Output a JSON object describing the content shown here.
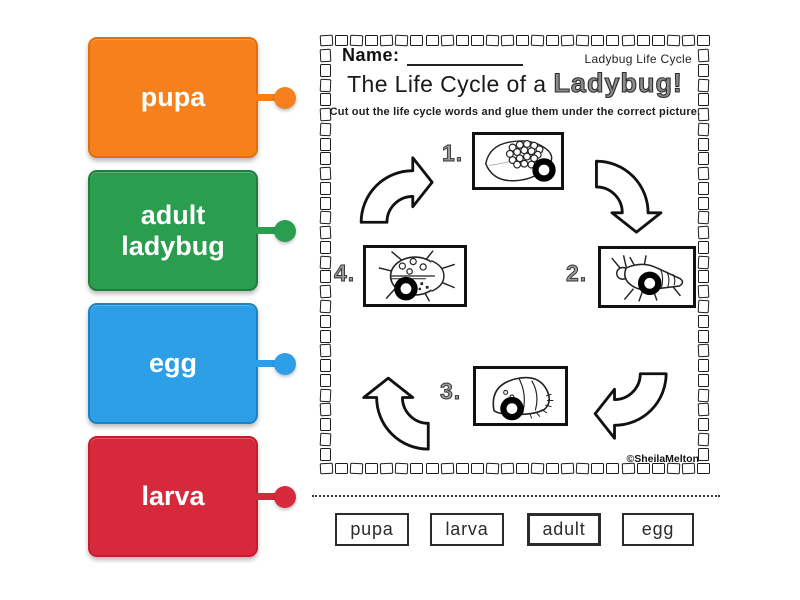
{
  "labels": [
    {
      "text": "pupa",
      "fill": "#F5801C",
      "border": "#E06F0E"
    },
    {
      "text": "adult ladybug",
      "fill": "#2A9D4F",
      "border": "#1F7E3E"
    },
    {
      "text": "egg",
      "fill": "#2D9FE6",
      "border": "#1B82C4"
    },
    {
      "text": "larva",
      "fill": "#D7293C",
      "border": "#C11F30"
    }
  ],
  "worksheet": {
    "name_label": "Name:",
    "corner_title": "Ladybug Life Cycle",
    "title": "The Life Cycle of a",
    "title_emphasis": "Ladybug!",
    "instructions": "Cut out the life cycle words and glue them under the correct picture.",
    "credit": "©SheilaMelton",
    "stages": [
      {
        "number": "1.",
        "illustration": "eggs-on-leaf"
      },
      {
        "number": "2.",
        "illustration": "larva"
      },
      {
        "number": "3.",
        "illustration": "pupa"
      },
      {
        "number": "4.",
        "illustration": "adult-ladybug"
      }
    ],
    "word_bank": [
      "pupa",
      "larva",
      "adult",
      "egg"
    ]
  }
}
